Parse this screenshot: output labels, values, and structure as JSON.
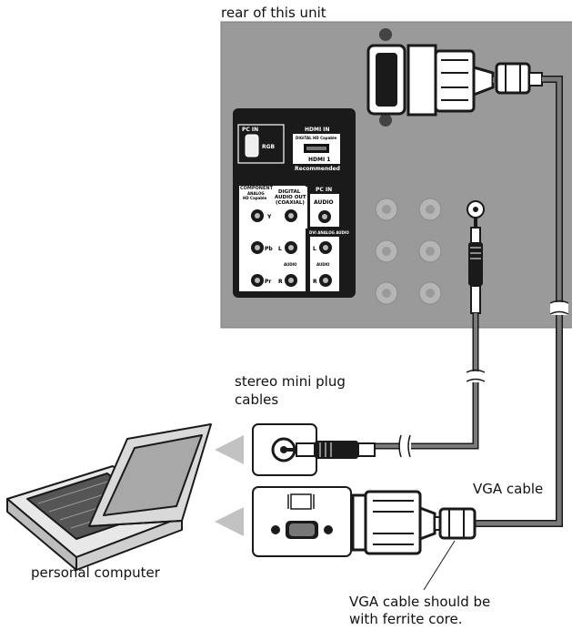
{
  "labels": {
    "rear": "rear of this unit",
    "stereo_line1": "stereo mini plug",
    "stereo_line2": "cables",
    "vga_cable": "VGA cable",
    "pc": "personal computer",
    "ferrite_line1": "VGA cable should be",
    "ferrite_line2": "with ferrite core."
  },
  "panel": {
    "pc_in": "PC IN",
    "rgb": "RGB",
    "hdmi_in": "HDMI IN",
    "hdmi_sub": "DIGITAL HD Capable",
    "hdmi1": "HDMI 1",
    "recommended": "Recommended",
    "component": "COMPONENT",
    "component_sub1": "ANALOG",
    "component_sub2": "HD Capable",
    "y": "Y",
    "pb": "Pb",
    "pr": "Pr",
    "l": "L",
    "r": "R",
    "audio": "AUDIO",
    "digital1": "DIGITAL",
    "digital2": "AUDIO OUT",
    "digital3": "(COAXIAL)",
    "pc_in2": "PC IN",
    "audio2": "AUDIO",
    "dvi": "DVI ANALOG AUDIO"
  },
  "colors": {
    "panel_gray": "#9a9a9a",
    "terminal_black": "#1a1a1a",
    "cable": "#6f6f6f",
    "arrow": "#bdbdbd"
  }
}
